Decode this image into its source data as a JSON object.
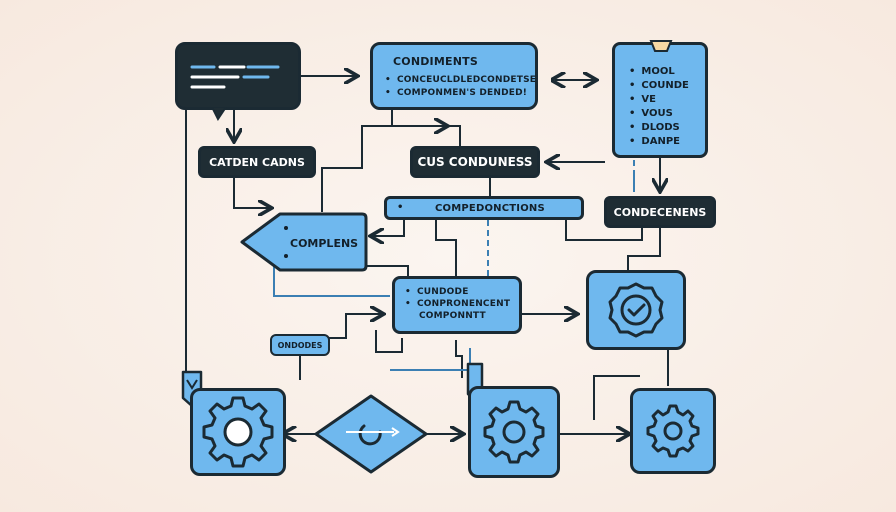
{
  "diagram": {
    "colors": {
      "node_fill": "#6fb8ee",
      "node_dark": "#1f2d34",
      "stroke": "#1b2a33",
      "accent_line": "#3b7fb3",
      "background": "#f8ece3"
    },
    "nodes": {
      "code_box": {
        "icon": "code-editor-icon"
      },
      "condiments_box": {
        "title": "CONDIMENTS",
        "line1": "CONCEUCLDLEDCONDETSE",
        "line2": "COMPONMEN'S DENDED!"
      },
      "list_box": {
        "items": [
          "MOOL",
          "COUNDE",
          "VE",
          "VOUS",
          "DLODS",
          "DANPE"
        ]
      },
      "catden_label": {
        "text": "CATDEN CADNS"
      },
      "cus_conduness": {
        "text": "CUS CONDUNESS"
      },
      "compedonctions": {
        "text": "COMPEDONCTIONS"
      },
      "condecenens": {
        "text": "CONDECENENS"
      },
      "complens_tag": {
        "text": "COMPLENS"
      },
      "cundode_box": {
        "line1": "CUNDODE",
        "line2": "CONPRONENCENT",
        "line3": "COMPONNTT"
      },
      "ondodes_tag": {
        "text": "ONDODES"
      },
      "check_box": {
        "icon": "check-circle-icon"
      },
      "gear_box_left": {
        "icon": "gear-icon"
      },
      "diamond": {
        "icon": "cycle-arrow-icon"
      },
      "gear_box_mid": {
        "icon": "gear-icon"
      },
      "gear_box_right": {
        "icon": "gear-icon"
      }
    }
  }
}
